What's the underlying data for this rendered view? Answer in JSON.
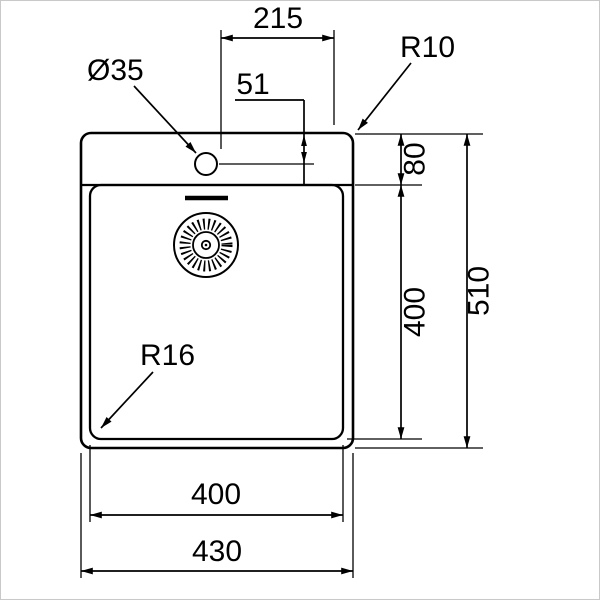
{
  "drawing": {
    "type": "sink-technical-drawing",
    "background": "#ffffff",
    "line_color": "#000000",
    "labels": {
      "top_width": "215",
      "faucet_center_offset": "51",
      "faucet_hole_diameter": "Ø35",
      "outer_corner_radius": "R10",
      "rim_to_bowl_height": "80",
      "bowl_length": "400",
      "overall_height": "510",
      "bowl_corner_radius": "R16",
      "bowl_width": "400",
      "overall_width": "430"
    }
  }
}
